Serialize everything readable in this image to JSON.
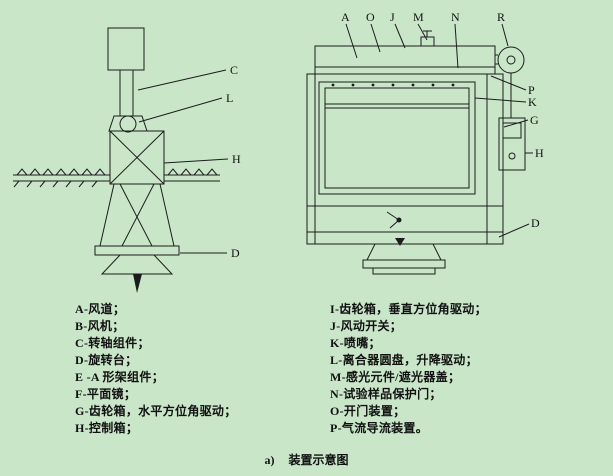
{
  "page": {
    "background": "#c9e6c9"
  },
  "figures": {
    "left": {
      "labels": {
        "C": "C",
        "L": "L",
        "H": "H",
        "D": "D"
      }
    },
    "right": {
      "top_labels": {
        "A": "A",
        "O": "O",
        "J": "J",
        "M": "M",
        "N": "N",
        "R": "R"
      },
      "side_labels": {
        "P": "P",
        "K": "K",
        "G": "G",
        "H": "H",
        "D": "D"
      }
    }
  },
  "legend": {
    "left": [
      "A-风道；",
      "B-风机；",
      "C-转轴组件；",
      "D-旋转台；",
      "E -A 形架组件；",
      "F-平面镜；",
      "G-齿轮箱，水平方位角驱动；",
      "H-控制箱；"
    ],
    "right": [
      "I-齿轮箱，垂直方位角驱动；",
      "J-风动开关；",
      "K-喷嘴；",
      "L-离合器圆盘，升降驱动；",
      "M-感光元件/遮光器盖；",
      "N-试验样品保护门；",
      "O-开门装置；",
      "P-气流导流装置。"
    ]
  },
  "caption": {
    "label": "a)",
    "text": "装置示意图"
  }
}
